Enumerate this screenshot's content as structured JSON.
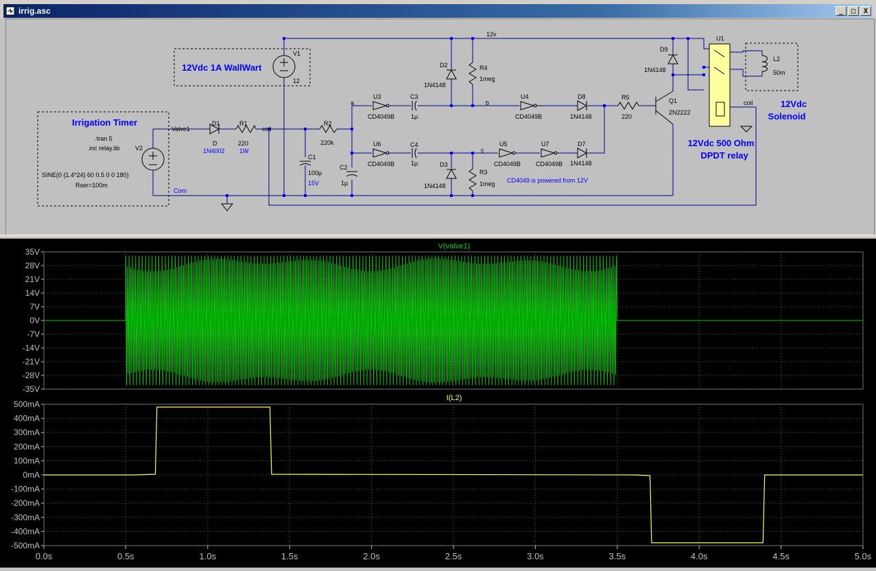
{
  "window": {
    "title": "irrig.asc",
    "buttons": [
      "_",
      "□",
      "X"
    ]
  },
  "schematic": {
    "boxes": {
      "wallwart": "12Vdc 1A WallWart",
      "timer": "Irrigation Timer",
      "relay": [
        "12Vdc 500 Ohm",
        "DPDT relay"
      ],
      "solenoid": [
        "12Vdc",
        "Solenoid"
      ]
    },
    "directives": {
      "tran": ".tran 5",
      "inc": ".inc relay.lib",
      "sine": "SINE(0 {1.4*24} 60 0.5 0 0 180)",
      "rser": "Rser=100m",
      "note": "CD4049 is powered from 12V"
    },
    "nets": {
      "v12": "12v",
      "valve1": "Valve1",
      "coil1": "coil",
      "coil2": "coil",
      "com": "Com",
      "a": "a",
      "b": "b",
      "c": "c"
    },
    "components": {
      "V1": {
        "name": "V1",
        "value": "12"
      },
      "V2": {
        "name": "V2"
      },
      "D1": {
        "name": "D1",
        "model": "D",
        "value": "1N4002"
      },
      "R1": {
        "name": "R1",
        "value": "220",
        "extra": "1W"
      },
      "C1": {
        "name": "C1",
        "value": "100µ",
        "extra": "15V"
      },
      "R2": {
        "name": "R2",
        "value": "220k"
      },
      "C2": {
        "name": "C2",
        "value": "1µ"
      },
      "U3": {
        "name": "U3",
        "value": "CD4049B"
      },
      "U6": {
        "name": "U6",
        "value": "CD4049B"
      },
      "C3": {
        "name": "C3",
        "value": "1µ"
      },
      "C4": {
        "name": "C4",
        "value": "1µ"
      },
      "D2": {
        "name": "D2",
        "value": "1N4148"
      },
      "D3": {
        "name": "D3",
        "value": "1N4148"
      },
      "R4": {
        "name": "R4",
        "value": "1meg"
      },
      "R3": {
        "name": "R3",
        "value": "1meg"
      },
      "U4": {
        "name": "U4",
        "value": "CD4049B"
      },
      "U5": {
        "name": "U5",
        "value": "CD4049B"
      },
      "U7": {
        "name": "U7",
        "value": "CD4049B"
      },
      "D8": {
        "name": "D8",
        "value": "1N4148"
      },
      "D7": {
        "name": "D7",
        "value": "1N4148"
      },
      "R5": {
        "name": "R5",
        "value": "220"
      },
      "Q1": {
        "name": "Q1",
        "value": "2N2222"
      },
      "D9": {
        "name": "D9",
        "value": "1N4148"
      },
      "U1": {
        "name": "U1"
      },
      "L2": {
        "name": "L2",
        "value": "50m"
      }
    }
  },
  "plot1": {
    "title": "V(valve1)",
    "color": "#00d000",
    "yticks": [
      "35V",
      "28V",
      "21V",
      "14V",
      "7V",
      "0V",
      "-7V",
      "-14V",
      "-21V",
      "-28V",
      "-35V"
    ]
  },
  "plot2": {
    "title": "I(L2)",
    "color": "#ffff40",
    "yticks": [
      "500mA",
      "400mA",
      "300mA",
      "200mA",
      "100mA",
      "0mA",
      "-100mA",
      "-200mA",
      "-300mA",
      "-400mA",
      "-500mA"
    ]
  },
  "xticks": [
    "0.0s",
    "0.5s",
    "1.0s",
    "1.5s",
    "2.0s",
    "2.5s",
    "3.0s",
    "3.5s",
    "4.0s",
    "4.5s",
    "5.0s"
  ],
  "chart_data": [
    {
      "type": "line",
      "title": "V(valve1)",
      "xlabel": "",
      "ylabel": "",
      "xlim": [
        0,
        5
      ],
      "ylim": [
        -35,
        35
      ],
      "grid": true,
      "series": [
        {
          "name": "V(valve1)",
          "x": [
            0,
            0.5,
            0.5,
            3.5,
            3.5,
            5.0
          ],
          "envelope_max": [
            0,
            0,
            33,
            33,
            0,
            0
          ],
          "envelope_min": [
            0,
            0,
            -33,
            -33,
            0,
            0
          ],
          "note": "60Hz sine between 0.5s and 3.5s"
        }
      ]
    },
    {
      "type": "line",
      "title": "I(L2)",
      "xlabel": "",
      "ylabel": "",
      "xlim": [
        0,
        5
      ],
      "ylim": [
        -500,
        500
      ],
      "grid": true,
      "series": [
        {
          "name": "I(L2)",
          "x": [
            0,
            0.55,
            0.68,
            0.69,
            1.38,
            1.39,
            3.6,
            3.7,
            3.71,
            4.39,
            4.4,
            5.0
          ],
          "y": [
            0,
            0,
            5,
            480,
            480,
            5,
            0,
            -5,
            -480,
            -480,
            0,
            0
          ]
        }
      ]
    }
  ]
}
